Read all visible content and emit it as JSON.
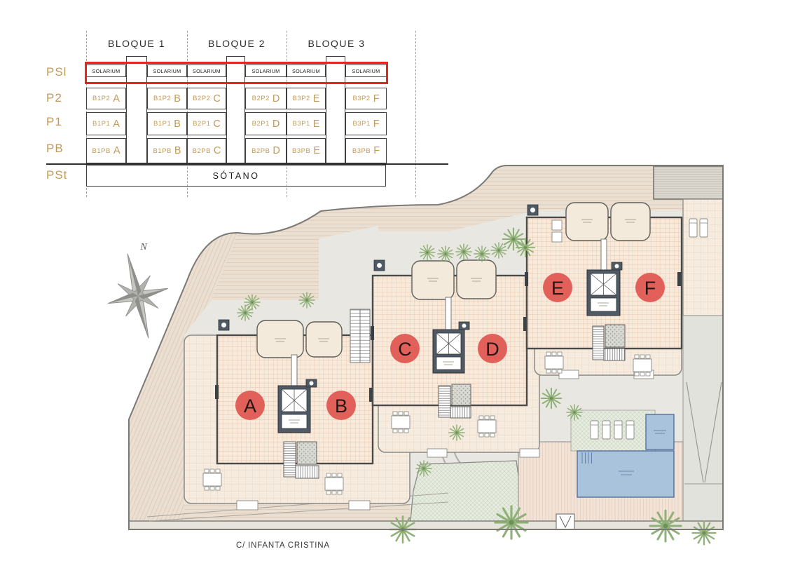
{
  "matrix": {
    "headers": [
      "BLOQUE 1",
      "BLOQUE 2",
      "BLOQUE 3"
    ],
    "row_labels": [
      "PSl",
      "P2",
      "P1",
      "PB",
      "PSt"
    ],
    "solarium": [
      "SOLARIUM",
      "SOLARIUM",
      "SOLARIUM",
      "SOLARIUM",
      "SOLARIUM",
      "SOLARIUM"
    ],
    "rows": [
      {
        "label": "P2",
        "cells": [
          {
            "code": "B1P2",
            "letter": "A"
          },
          {
            "code": "B1P2",
            "letter": "B"
          },
          {
            "code": "B2P2",
            "letter": "C"
          },
          {
            "code": "B2P2",
            "letter": "D"
          },
          {
            "code": "B3P2",
            "letter": "E"
          },
          {
            "code": "B3P2",
            "letter": "F"
          }
        ]
      },
      {
        "label": "P1",
        "cells": [
          {
            "code": "B1P1",
            "letter": "A"
          },
          {
            "code": "B1P1",
            "letter": "B"
          },
          {
            "code": "B2P1",
            "letter": "C"
          },
          {
            "code": "B2P1",
            "letter": "D"
          },
          {
            "code": "B3P1",
            "letter": "E"
          },
          {
            "code": "B3P1",
            "letter": "F"
          }
        ]
      },
      {
        "label": "PB",
        "cells": [
          {
            "code": "B1PB",
            "letter": "A"
          },
          {
            "code": "B1PB",
            "letter": "B"
          },
          {
            "code": "B2PB",
            "letter": "C"
          },
          {
            "code": "B2PB",
            "letter": "D"
          },
          {
            "code": "B3PB",
            "letter": "E"
          },
          {
            "code": "B3PB",
            "letter": "F"
          }
        ]
      }
    ],
    "basement_label": "SÓTANO"
  },
  "site": {
    "compass_label": "N",
    "street_label": "C/ INFANTA CRISTINA",
    "units": [
      {
        "letter": "A"
      },
      {
        "letter": "B"
      },
      {
        "letter": "C"
      },
      {
        "letter": "D"
      },
      {
        "letter": "E"
      },
      {
        "letter": "F"
      }
    ]
  },
  "colors": {
    "accent_gold": "#C29A58",
    "highlight_red": "#E3261E",
    "marker_red": "#E2605A",
    "pool_blue": "#A9C3DC",
    "core_dark": "#4E5A66"
  }
}
